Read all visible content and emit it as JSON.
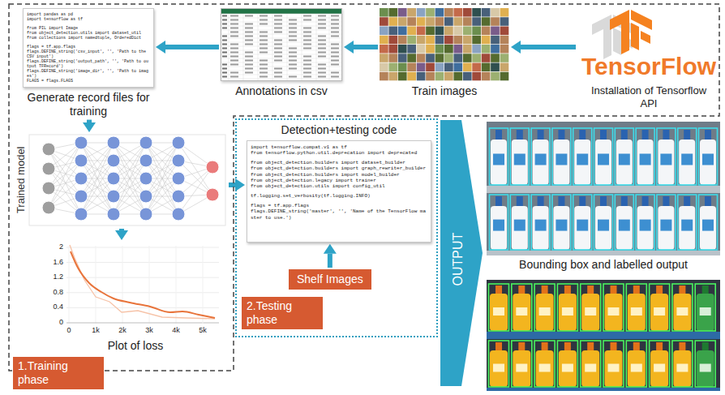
{
  "diagram": {
    "nodes": [
      {
        "text": [
          "1.Training phase"
        ]
      },
      {
        "text": [
          "Generate record files for training",
          "import pandas as pd",
          "import tensorflow as tf",
          "from PIL import Image",
          "from object_detection.utils import dataset_util",
          "from collections import namedtuple, OrderedDict",
          "flags = tf.app.flags",
          "flags.DEFINE_string('csv_input', '', 'Path to the CSV input')",
          "flags.DEFINE_string('output_path', '', 'Path to output TFRecord')",
          "flags.DEFINE_string('image_dir', '', 'Path to images')",
          "FLAGS = flags.FLAGS"
        ],
        "in": 0
      },
      {
        "text": [
          "Annotations in csv"
        ],
        "in": 0
      },
      {
        "text": [
          "Train images"
        ],
        "in": 0
      },
      {
        "text": [
          "TensorFlow",
          "Installation of Tensorflow API"
        ],
        "in": 0
      },
      {
        "text": [
          "Trained model"
        ],
        "in": 0
      },
      {
        "text": [
          "Plot of loss",
          "2",
          "1.6",
          "1.2",
          "0.8",
          "0.4",
          "0",
          "0",
          "1k",
          "2k",
          "3k",
          "4k",
          "5k"
        ],
        "in": 0
      },
      {
        "text": [
          "2.Testing phase"
        ]
      },
      {
        "text": [
          "Detection+testing code",
          "import tensorflow.compat.v1 as tf",
          "from tensorflow.python.util.deprecation import deprecated",
          "from object_detection.builders import dataset_builder",
          "from object_detection.builders import graph_rewriter_builder",
          "from object_detection.builders import model_builder",
          "from object_detection.legacy import trainer",
          "from object_detection.utils import config_util",
          "tf.logging.set_verbosity(tf.logging.INFO)",
          "flags = tf.app.flags",
          "flags.DEFINE_string('master', '', 'Name of the TensorFlow master to use.')"
        ],
        "in": 7
      },
      {
        "text": [
          "Shelf Images"
        ],
        "in": 7
      },
      {
        "text": [
          "OUTPUT"
        ]
      },
      {
        "text": [
          "Bounding box and labelled output"
        ]
      }
    ],
    "edges": [
      {
        "from": 4,
        "to": 3,
        "arrow": "to"
      },
      {
        "from": 3,
        "to": 2,
        "arrow": "to"
      },
      {
        "from": 2,
        "to": 1,
        "arrow": "to"
      },
      {
        "from": 1,
        "to": 5,
        "arrow": "to"
      },
      {
        "from": 5,
        "to": 6,
        "arrow": "to"
      },
      {
        "from": 5,
        "to": 8,
        "arrow": "to"
      },
      {
        "from": 9,
        "to": 8,
        "arrow": "to"
      }
    ]
  }
}
